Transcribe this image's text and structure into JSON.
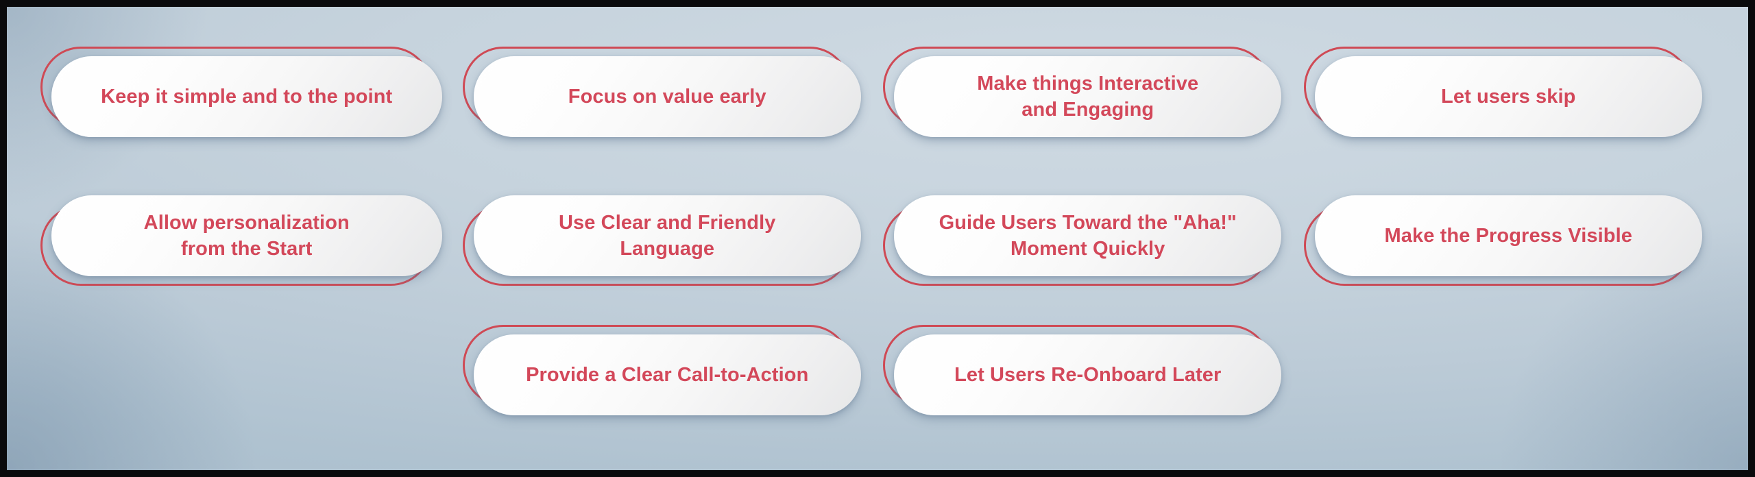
{
  "meta": {
    "background_color": "#c2d0db",
    "accent_color": "#d3485a",
    "outline_color": "#cf4a55",
    "card_color": "#ffffff",
    "frame_color": "#0a0a0c"
  },
  "grid": {
    "columns": 4,
    "rows": 3
  },
  "cards": [
    {
      "id": "keep-it-simple",
      "row": 1,
      "col": 1,
      "offset": "up",
      "text": "Keep it simple and to the point"
    },
    {
      "id": "focus-on-value-early",
      "row": 1,
      "col": 2,
      "offset": "up",
      "text": "Focus on value early"
    },
    {
      "id": "make-things-interactive",
      "row": 1,
      "col": 3,
      "offset": "up",
      "text": "Make things Interactive\nand Engaging"
    },
    {
      "id": "let-users-skip",
      "row": 1,
      "col": 4,
      "offset": "up",
      "text": "Let users skip"
    },
    {
      "id": "allow-personalization",
      "row": 2,
      "col": 1,
      "offset": "down",
      "text": "Allow personalization\nfrom the Start"
    },
    {
      "id": "clear-friendly-language",
      "row": 2,
      "col": 2,
      "offset": "down",
      "text": "Use Clear and Friendly\nLanguage"
    },
    {
      "id": "aha-moment",
      "row": 2,
      "col": 3,
      "offset": "down",
      "text": "Guide Users Toward the \"Aha!\"\nMoment Quickly"
    },
    {
      "id": "make-progress-visible",
      "row": 2,
      "col": 4,
      "offset": "down",
      "text": "Make the Progress Visible"
    },
    {
      "id": "clear-call-to-action",
      "row": 3,
      "col": 2,
      "offset": "up",
      "text": "Provide a Clear Call-to-Action"
    },
    {
      "id": "re-onboard-later",
      "row": 3,
      "col": 3,
      "offset": "up",
      "text": "Let Users Re-Onboard Later"
    }
  ]
}
